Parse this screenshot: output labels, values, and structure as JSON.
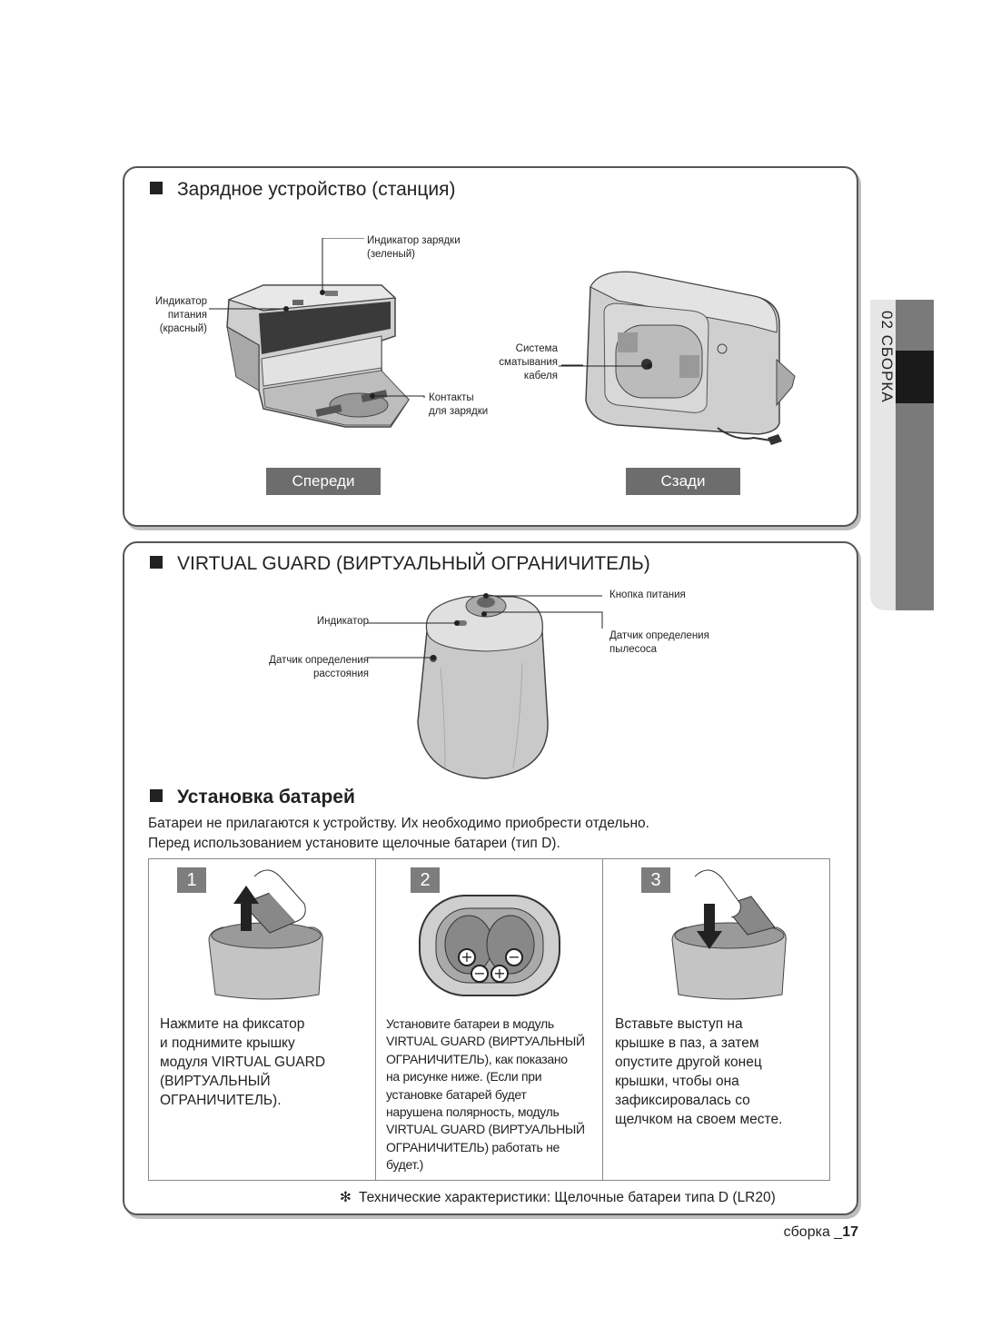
{
  "charging_station": {
    "title": "Зарядное устройство (станция)",
    "labels": {
      "charge_indicator": "Индикатор зарядки\n(зеленый)",
      "power_indicator": "Индикатор\nпитания\n(красный)",
      "cable_winding": "Система\nсматывания\nкабеля",
      "charge_contacts": "Контакты\nдля зарядки"
    },
    "front_label": "Спереди",
    "back_label": "Сзади"
  },
  "virtual_guard": {
    "title": "VIRTUAL GUARD (ВИРТУАЛЬНЫЙ ОГРАНИЧИТЕЛЬ)",
    "labels": {
      "power_button": "Кнопка питания",
      "indicator": "Индикатор",
      "cleaner_sensor": "Датчик определения\nпылесоса",
      "distance_sensor": "Датчик определения\nрасстояния"
    }
  },
  "battery_install": {
    "title": "Установка батарей",
    "intro_line1": "Батареи не прилагаются к устройству. Их необходимо приобрести отдельно.",
    "intro_line2": "Перед использованием установите щелочные батареи (тип D).",
    "steps": [
      {
        "num": "1",
        "text": "Нажмите на фиксатор\nи поднимите крышку\nмодуля VIRTUAL GUARD\n(ВИРТУАЛЬНЫЙ\nОГРАНИЧИТЕЛЬ)."
      },
      {
        "num": "2",
        "text": "Установите батареи в модуль\nVIRTUAL GUARD (ВИРТУАЛЬНЫЙ\nОГРАНИЧИТЕЛЬ), как показано\nна рисунке ниже. (Если при\nустановке батарей будет\nнарушена полярность, модуль\nVIRTUAL GUARD (ВИРТУАЛЬНЫЙ\nОГРАНИЧИТЕЛЬ) работать не\nбудет.)"
      },
      {
        "num": "3",
        "text": "Вставьте выступ на\nкрышке в паз, а затем\nопустите другой конец\nкрышки, чтобы она\nзафиксировалась со\nщелчком на своем месте."
      }
    ],
    "note_symbol": "✻",
    "note": "Технические характеристики: Щелочные батареи типа D (LR20)"
  },
  "side_tab": {
    "text": "02 СБОРКА"
  },
  "footer": {
    "section": "сборка _",
    "page": "17"
  },
  "colors": {
    "tab_dark": "#1a1a1a",
    "tab_gray": "#7a7a7a",
    "label_bg": "#6d6d6d"
  }
}
